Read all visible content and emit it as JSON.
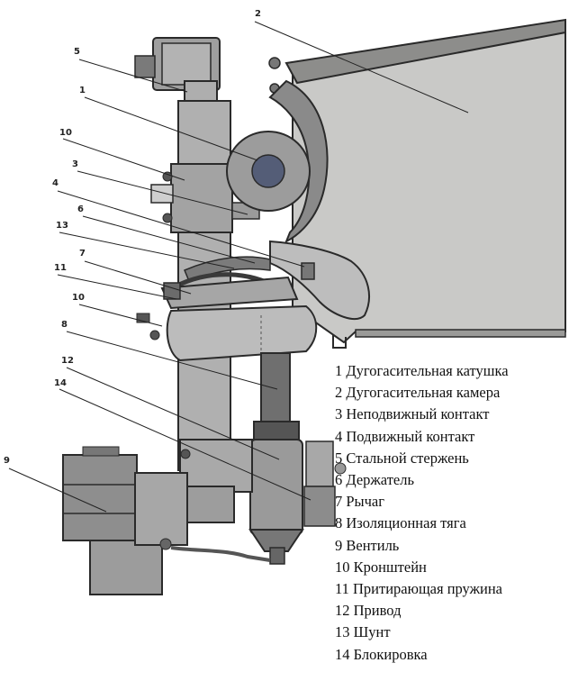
{
  "callouts": {
    "c2": "2",
    "c5": "5",
    "c1": "1",
    "c10a": "10",
    "c3": "3",
    "c4": "4",
    "c6": "6",
    "c13": "13",
    "c7": "7",
    "c11": "11",
    "c10b": "10",
    "c8": "8",
    "c12": "12",
    "c14": "14",
    "c9": "9"
  },
  "legend": [
    "1 Дугогасительная катушка",
    "2 Дугогасительная камера",
    "3 Неподвижный контакт",
    "4 Подвижный контакт",
    "5 Стальной стержень",
    "6 Держатель",
    "7 Рычаг",
    "8 Изоляционная тяга",
    "9 Вентиль",
    "10 Кронштейн",
    "11 Притирающая пружина",
    "12 Привод",
    "13 Шунт",
    "14 Блокировка"
  ],
  "colors": {
    "chamber": "#c9c9c7",
    "metal": "#a8a8a8",
    "dark_metal": "#6f6f6f",
    "outline": "#2a2a2a",
    "coil_disc": "#545d77"
  }
}
